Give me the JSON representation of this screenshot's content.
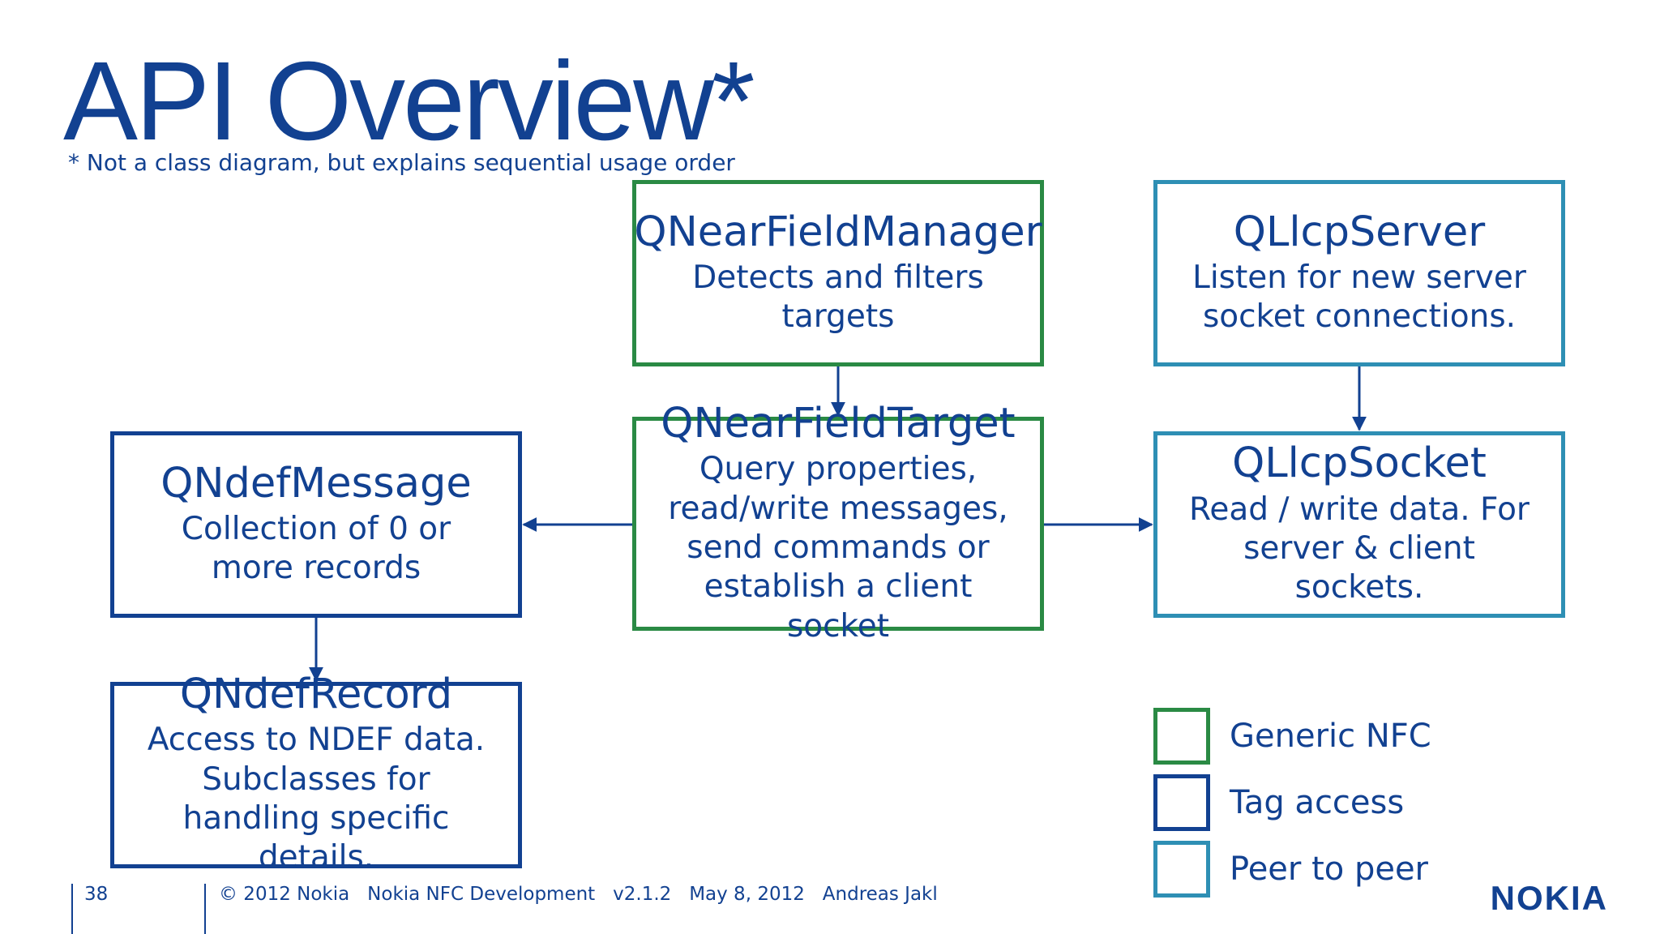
{
  "slide": {
    "title": "API Overview*",
    "subtitle": "* Not a class diagram, but explains sequential usage order",
    "page_number": "38",
    "footer": "© 2012 Nokia   Nokia NFC Development   v2.1.2   May 8, 2012   Andreas Jakl",
    "logo_text": "NOKIA"
  },
  "colors": {
    "generic_nfc": "#2a8a44",
    "tag_access": "#124191",
    "peer_to_peer": "#2e8fb4",
    "text": "#124191"
  },
  "nodes": {
    "manager": {
      "title": "QNearFieldManager",
      "desc": "Detects and filters targets"
    },
    "target": {
      "title": "QNearFieldTarget",
      "desc": "Query properties, read/write messages, send commands or establish a client socket"
    },
    "server": {
      "title": "QLlcpServer",
      "desc": "Listen for new server socket connections."
    },
    "socket": {
      "title": "QLlcpSocket",
      "desc": "Read / write data. For server & client sockets."
    },
    "message": {
      "title": "QNdefMessage",
      "desc": "Collection of 0 or more records"
    },
    "record": {
      "title": "QNdefRecord",
      "desc": "Access to NDEF data. Subclasses for handling specific details."
    }
  },
  "legend": [
    {
      "label": "Generic NFC"
    },
    {
      "label": "Tag access"
    },
    {
      "label": "Peer to peer"
    }
  ]
}
